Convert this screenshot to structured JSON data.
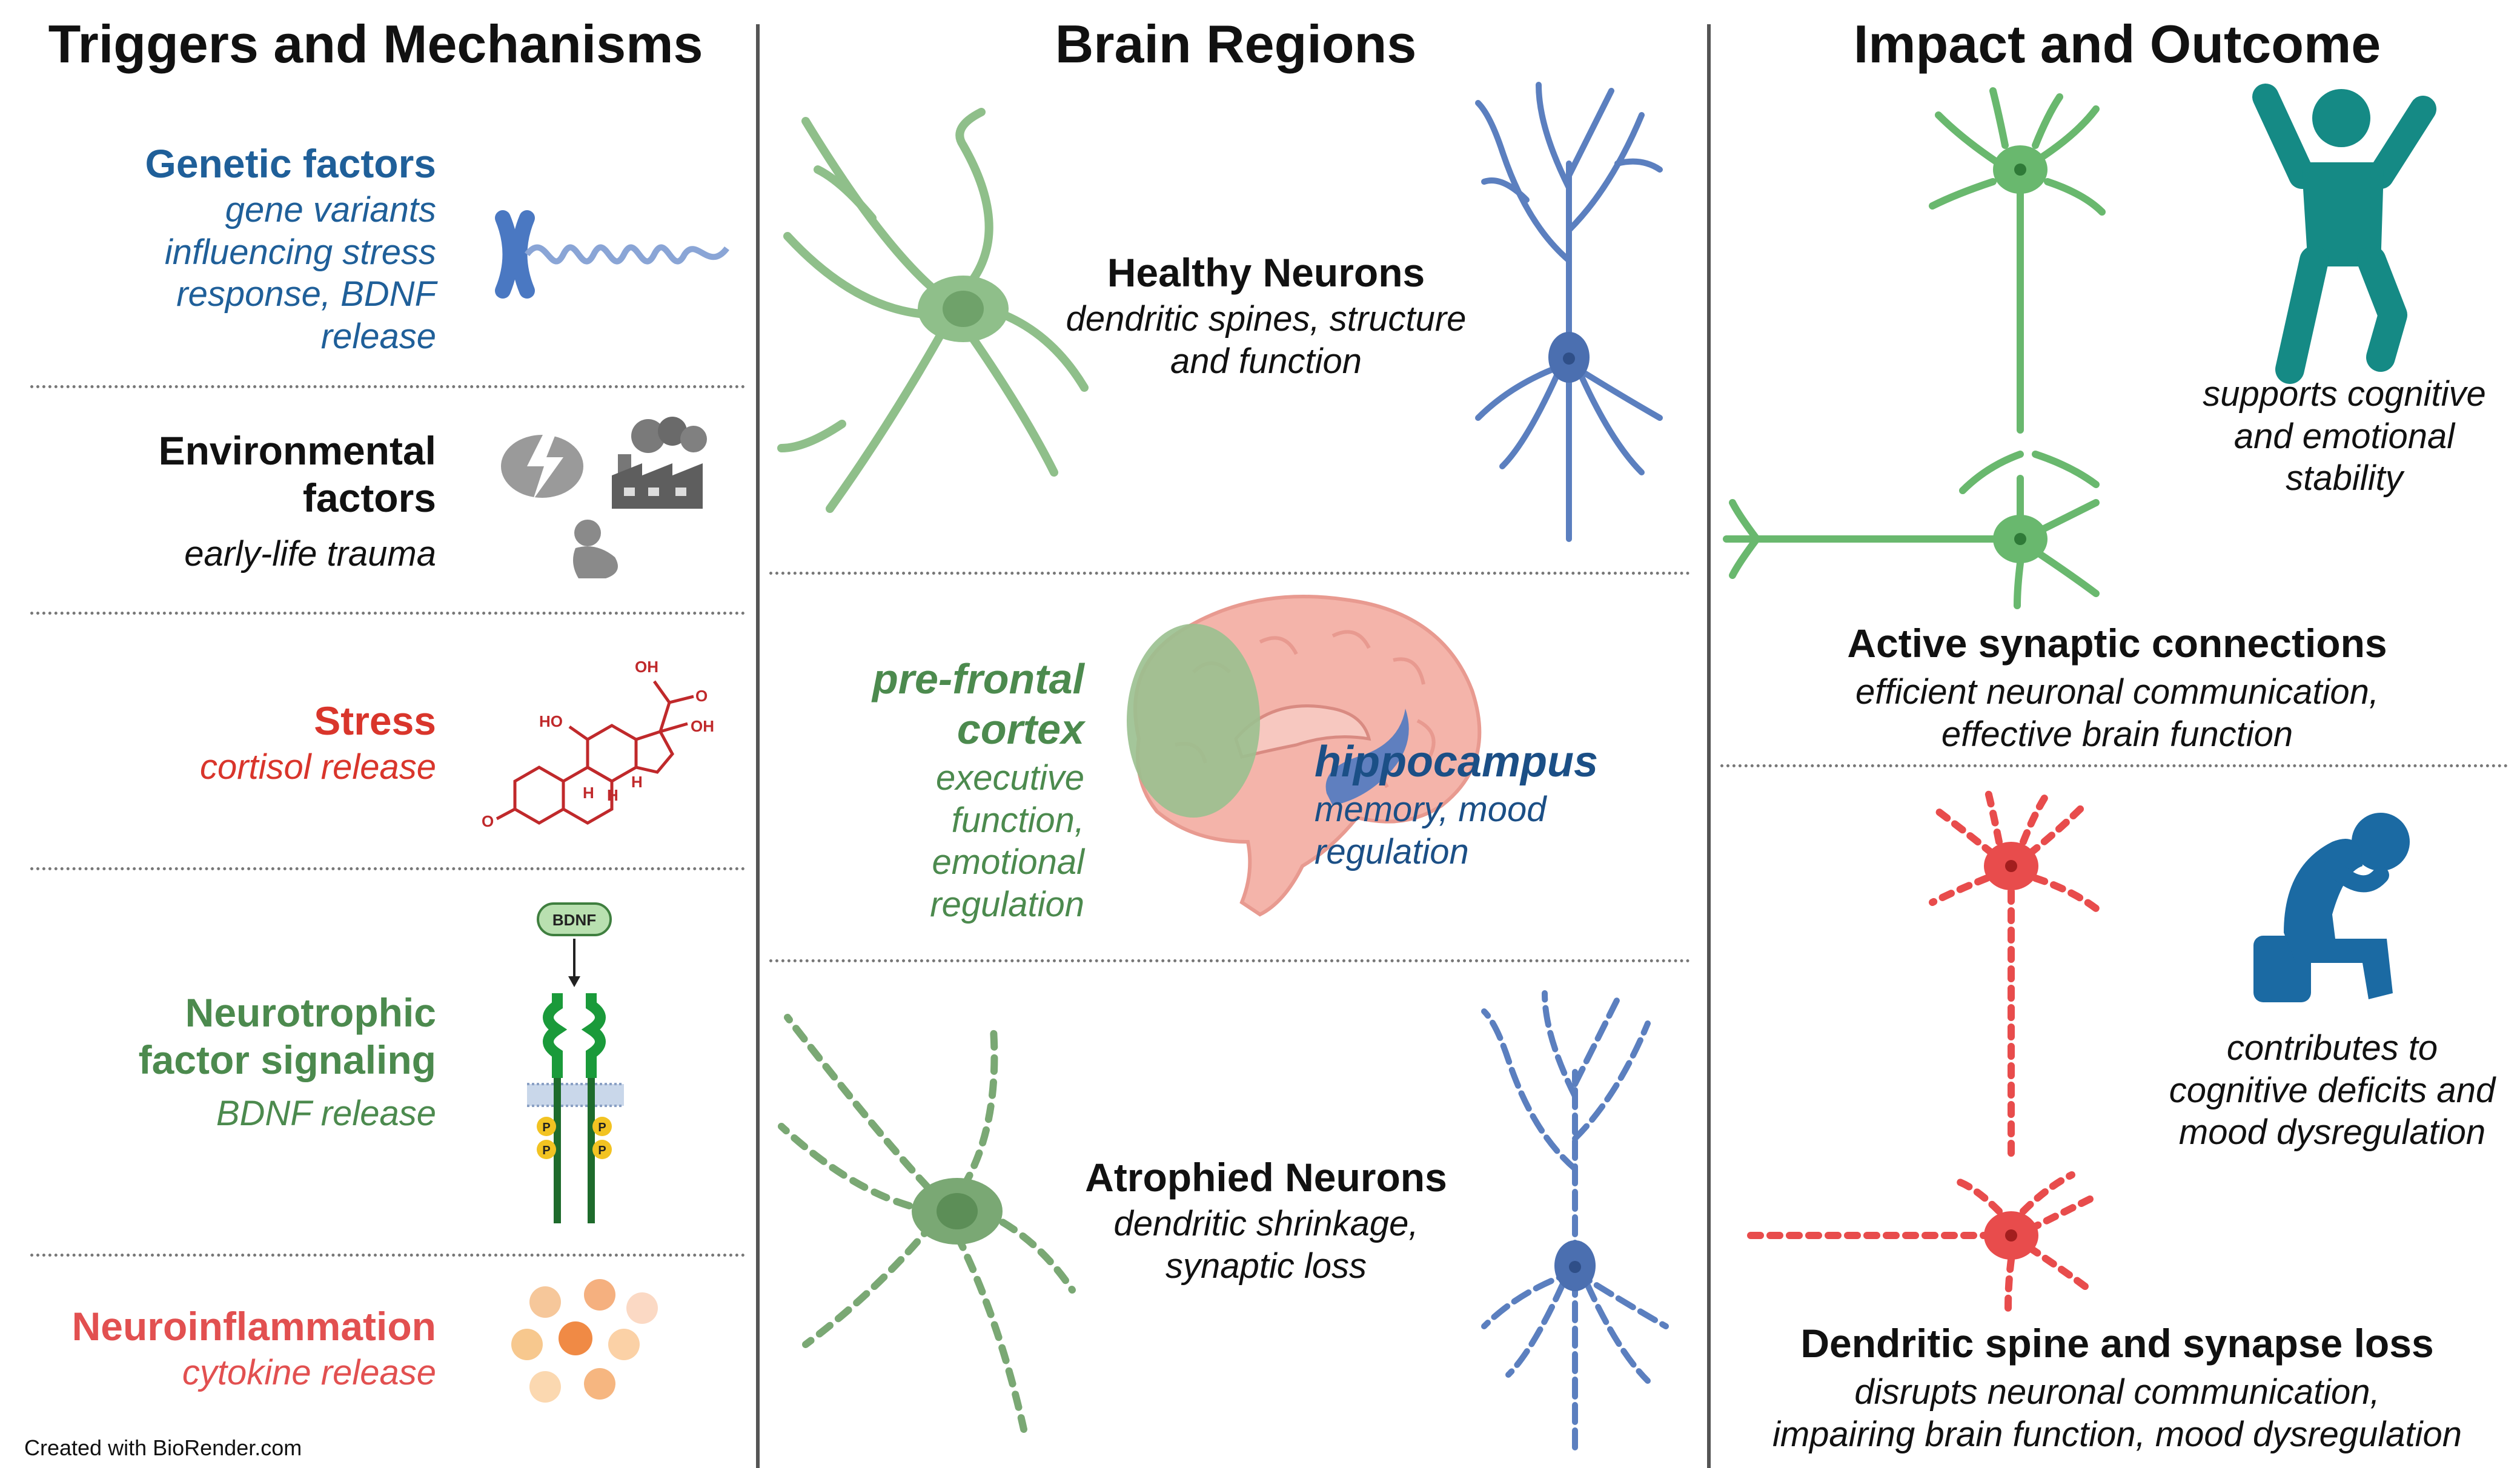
{
  "columns": {
    "triggers": "Triggers and Mechanisms",
    "regions": "Brain Regions",
    "impact": "Impact and Outcome"
  },
  "triggers": {
    "genetic": {
      "title": "Genetic factors",
      "lines": [
        "gene variants",
        "influencing stress",
        "response, BDNF",
        "release"
      ]
    },
    "environmental": {
      "title1": "Environmental",
      "title2": "factors",
      "sub": "early-life trauma"
    },
    "stress": {
      "title": "Stress",
      "sub": "cortisol release",
      "molecule_labels": {
        "oh_top": "OH",
        "oh_left": "HO",
        "oh_right": "OH",
        "o_ketone": "O",
        "o_ring": "O",
        "h1": "H",
        "h2": "H",
        "h3": "H"
      }
    },
    "neurotrophic": {
      "title1": "Neurotrophic",
      "title2": "factor signaling",
      "sub": "BDNF release",
      "bdnf_label": "BDNF",
      "p_label": "P"
    },
    "neuroinflammation": {
      "title": "Neuroinflammation",
      "sub": "cytokine release"
    }
  },
  "regions": {
    "healthy": {
      "title": "Healthy Neurons",
      "sub1": "dendritic spines, structure",
      "sub2": "and function"
    },
    "pfc": {
      "title1": "pre-frontal",
      "title2": "cortex",
      "sub1": "executive",
      "sub2": "function,",
      "sub3": "emotional",
      "sub4": "regulation"
    },
    "hippocampus": {
      "title": "hippocampus",
      "sub1": "memory, mood",
      "sub2": "regulation"
    },
    "atrophied": {
      "title": "Atrophied Neurons",
      "sub1": "dendritic shrinkage,",
      "sub2": "synaptic loss"
    }
  },
  "impact": {
    "positive": {
      "side1": "supports cognitive",
      "side2": "and emotional",
      "side3": "stability",
      "title": "Active synaptic connections",
      "sub1": "efficient neuronal communication,",
      "sub2": "effective brain function"
    },
    "negative": {
      "side1": "contributes to",
      "side2": "cognitive deficits and",
      "side3": "mood dysregulation",
      "title": "Dendritic spine and synapse loss",
      "sub1": "disrupts neuronal communication,",
      "sub2": "impairing brain function, mood dysregulation"
    }
  },
  "credit": "Created with BioRender.com",
  "colors": {
    "genetic": "#1f5f99",
    "stress": "#d9352b",
    "neurotrophic": "#4c8a4e",
    "inflammation": "#e25050",
    "healthy_green": "#8fbf8a",
    "neuron_blue": "#5b7fbf",
    "teal": "#158a85",
    "atrophy_red": "#e84c4c",
    "dark_blue": "#1b4f86"
  },
  "icons": [
    "chromosome-dna-icon",
    "brain-lightning-icon",
    "factory-icon",
    "sitting-child-icon",
    "cortisol-molecule-icon",
    "bdnf-receptor-icon",
    "cytokine-particles-icon",
    "healthy-neuron-green-icon",
    "healthy-pyramidal-neuron-icon",
    "brain-sagittal-icon",
    "atrophied-neuron-green-icon",
    "atrophied-pyramidal-neuron-icon",
    "connected-neurons-green-icon",
    "happy-person-icon",
    "degraded-neurons-red-icon",
    "depressed-person-icon"
  ]
}
